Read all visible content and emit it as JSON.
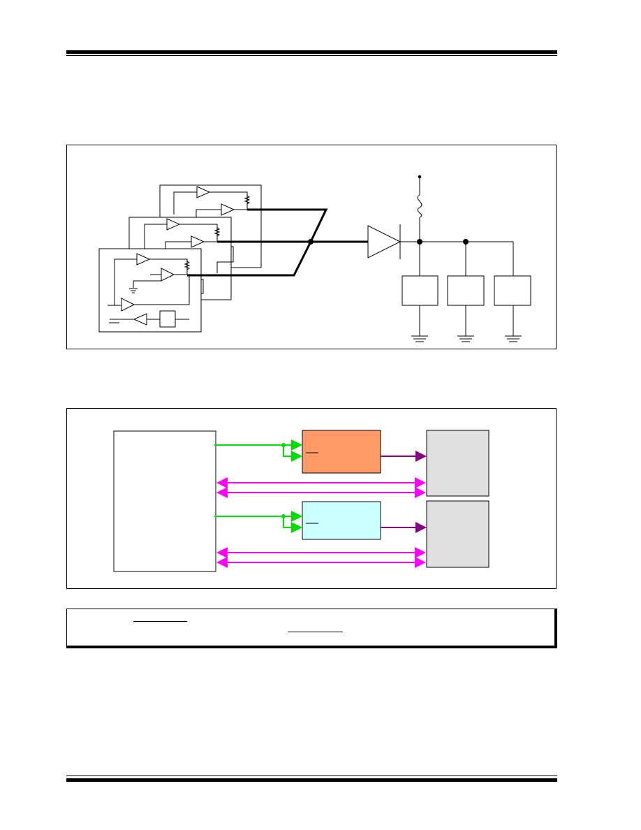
{
  "page": {
    "header_rule": "",
    "footer_rule": ""
  },
  "figure_1": {
    "caption": "",
    "components": [
      "sensor-module",
      "sensor-module",
      "sensor-module",
      "diode",
      "fuse",
      "load",
      "load",
      "load"
    ]
  },
  "figure_2": {
    "caption": "",
    "blocks": [
      {
        "id": "controller",
        "label": "",
        "fill": "#ffffff"
      },
      {
        "id": "driver-1",
        "label": "",
        "fill": "#ff9966"
      },
      {
        "id": "driver-2",
        "label": "",
        "fill": "#ccffff"
      },
      {
        "id": "device-1",
        "label": "",
        "fill": "#e0e0e0"
      },
      {
        "id": "device-2",
        "label": "",
        "fill": "#e0e0e0"
      }
    ],
    "colors": {
      "control": "#00dd00",
      "output": "#880088",
      "bus": "#ff00ff"
    }
  },
  "note": {
    "text": ""
  }
}
